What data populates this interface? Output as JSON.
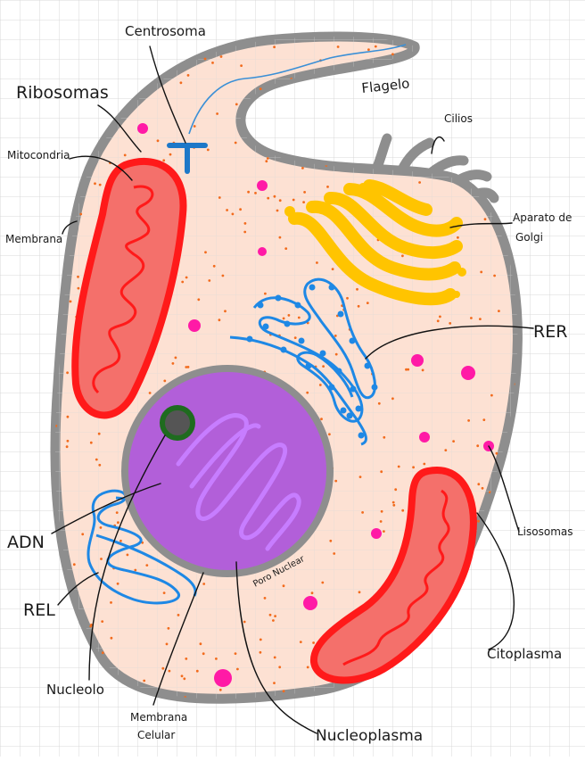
{
  "labels": {
    "centrosoma": "Centrosoma",
    "flagelo": "Flagelo",
    "ribosomas": "Ribosomas",
    "cilios": "Cilios",
    "mitocondria": "Mitocondria",
    "membrana": "Membrana",
    "golgi_1": "Aparato de",
    "golgi_2": "Golgi",
    "rer": "RER",
    "lisosomas": "Lisosomas",
    "adn": "ADN",
    "rel": "REL",
    "citoplasma": "Citoplasma",
    "poro_nuclear": "Poro Nuclear",
    "nucleolo": "Nucleolo",
    "membrana_celular_1": "Membrana",
    "membrana_celular_2": "Celular",
    "nucleoplasma": "Nucleoplasma"
  },
  "colors": {
    "grid": "#d9d9d9",
    "cytoplasm": "#fde1d3",
    "membrane": "#8e8e8e",
    "mitochondria_outer": "#ff1a1a",
    "mitochondria_inner": "#f4706b",
    "golgi": "#ffc400",
    "er": "#1e88e5",
    "nucleus": "#b25fd9",
    "dna": "#c77dff",
    "nucleolus_ring": "#1f6b1f",
    "nucleolus_core": "#555555",
    "lysosome": "#ff1aa6",
    "ribosome_dot": "#f26b1d",
    "centrosome": "#1e78c8"
  }
}
